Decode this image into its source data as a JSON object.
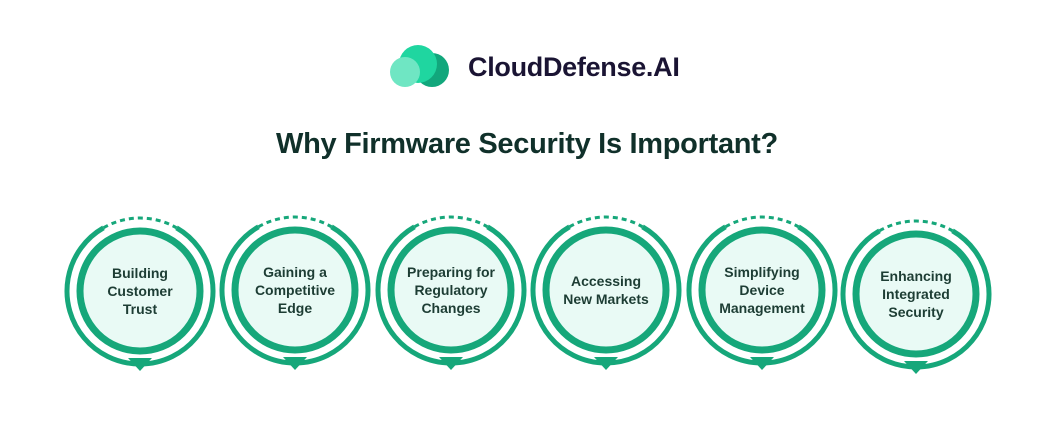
{
  "brand": {
    "name": "CloudDefense.AI",
    "logo_icon": "cloud-icon"
  },
  "title": "Why Firmware Security Is Important?",
  "colors": {
    "accent": "#16a77a",
    "fill": "#e9faf5",
    "text": "#1d3d34"
  },
  "items": [
    {
      "label": "Building Customer Trust"
    },
    {
      "label": "Gaining a Competitive Edge"
    },
    {
      "label": "Preparing for Regulatory Changes"
    },
    {
      "label": "Accessing New Markets"
    },
    {
      "label": "Simplifying Device Management"
    },
    {
      "label": "Enhancing Integrated Security"
    }
  ]
}
